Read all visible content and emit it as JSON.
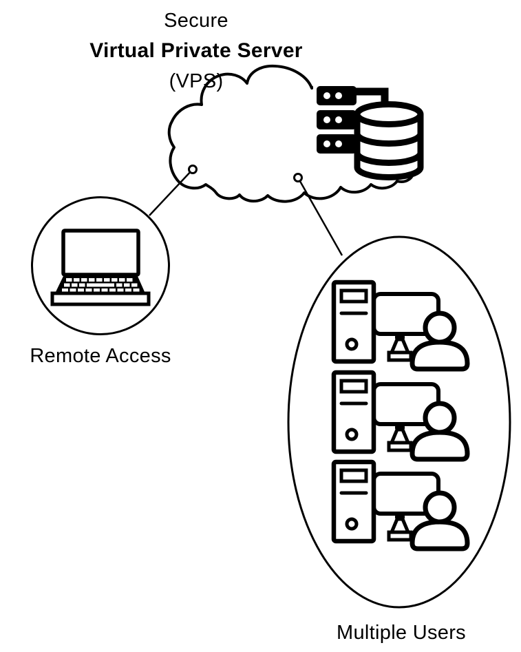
{
  "title": {
    "line1": "Secure",
    "line2": "Virtual Private Server",
    "line3": "(VPS)"
  },
  "nodes": {
    "cloud": {
      "icon": "cloud-outline",
      "contains": [
        "server-stack-icon",
        "database-cylinder-icon"
      ]
    },
    "remote_access": {
      "label": "Remote Access",
      "icon": "laptop",
      "shape": "circle"
    },
    "multiple_users": {
      "label": "Multiple Users",
      "icon": "desktop-computer-with-user",
      "shape": "ellipse",
      "workstation_count": 3
    }
  },
  "connections": [
    {
      "from": "cloud",
      "to": "remote_access",
      "style": "line-with-dot"
    },
    {
      "from": "cloud",
      "to": "multiple_users",
      "style": "line-with-dot"
    }
  ],
  "colors": {
    "ink": "#000000",
    "background": "#ffffff"
  }
}
